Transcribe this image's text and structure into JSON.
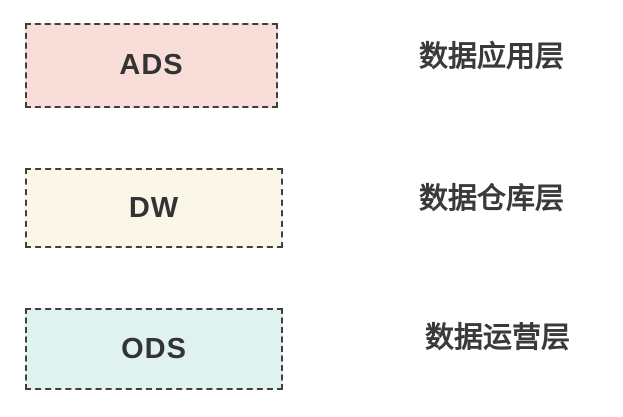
{
  "diagram": {
    "layers": [
      {
        "box_label": "ADS",
        "layer_name": "数据应用层",
        "fill": "#f8ddd9"
      },
      {
        "box_label": "DW",
        "layer_name": "数据仓库层",
        "fill": "#faf7e8"
      },
      {
        "box_label": "ODS",
        "layer_name": "数据运营层",
        "fill": "#dff2f0"
      }
    ],
    "colors": {
      "background": "#ffffff",
      "border": "#3f3f3f",
      "box_text": "#333333",
      "label_text": "#3a3a3a"
    }
  }
}
